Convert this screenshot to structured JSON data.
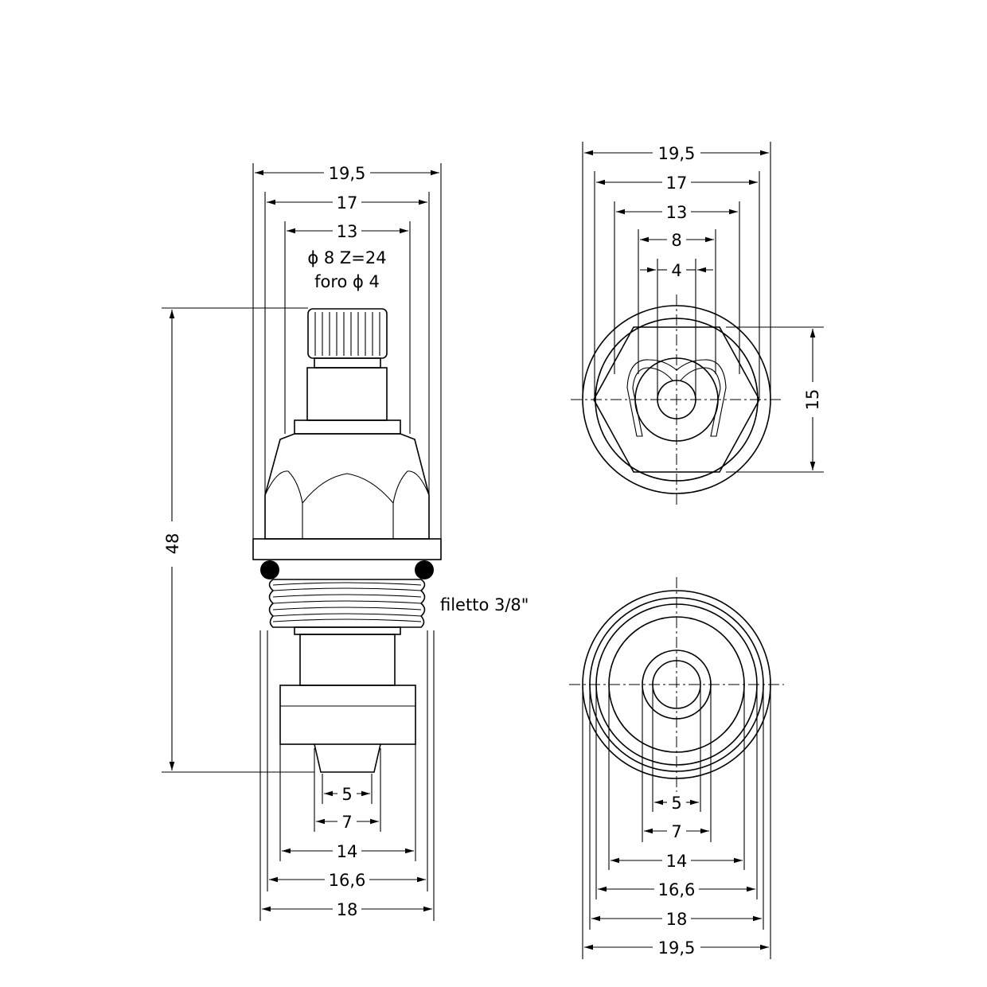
{
  "side_view": {
    "dims": {
      "top_width_outer": "19,5",
      "top_width_mid": "17",
      "top_width_inner": "13",
      "height_total": "48",
      "bottom_5": "5",
      "bottom_7": "7",
      "bottom_14": "14",
      "bottom_16_6": "16,6",
      "bottom_18": "18"
    },
    "spline_note_line1": "ϕ 8  Z=24",
    "spline_note_line2": "foro ϕ 4",
    "thread_note": "filetto 3/8\""
  },
  "top_view": {
    "dims": {
      "width_19_5": "19,5",
      "width_17": "17",
      "width_13": "13",
      "width_8": "8",
      "width_4": "4",
      "hex_15": "15"
    }
  },
  "bottom_view": {
    "dims": {
      "d_5": "5",
      "d_7": "7",
      "d_14": "14",
      "d_16_6": "16,6",
      "d_18": "18",
      "d_19_5": "19,5"
    }
  }
}
